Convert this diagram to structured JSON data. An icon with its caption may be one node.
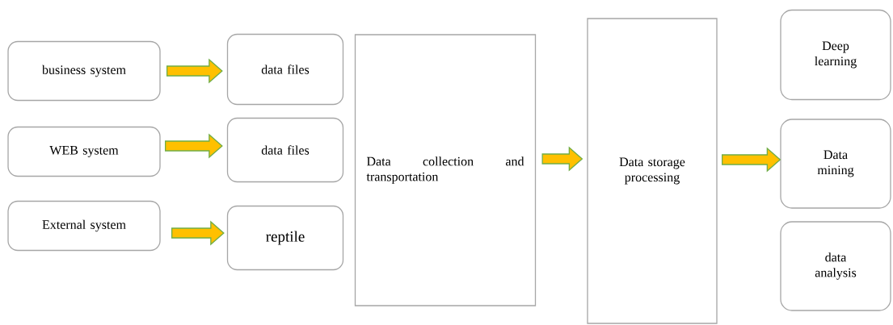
{
  "diagram": {
    "nodes": [
      {
        "text": [
          "business system"
        ]
      },
      {
        "text": [
          "data files"
        ]
      },
      {
        "text": [
          "WEB system"
        ]
      },
      {
        "text": [
          "data files"
        ]
      },
      {
        "text": [
          "External system"
        ]
      },
      {
        "text": [
          "reptile"
        ]
      },
      {
        "text": [
          "Data collection and transportation"
        ]
      },
      {
        "text": [
          "Data storage processing"
        ]
      },
      {
        "text": [
          "Deep learning"
        ]
      },
      {
        "text": [
          "Data mining"
        ]
      },
      {
        "text": [
          "data analysis"
        ]
      }
    ],
    "edges": [
      {
        "from": 0,
        "to": 1,
        "arrow": "to"
      },
      {
        "from": 2,
        "to": 3,
        "arrow": "to"
      },
      {
        "from": 4,
        "to": 5,
        "arrow": "to"
      },
      {
        "from": 6,
        "to": 7,
        "arrow": "to"
      },
      {
        "from": 7,
        "to": 9,
        "arrow": "to"
      }
    ]
  }
}
